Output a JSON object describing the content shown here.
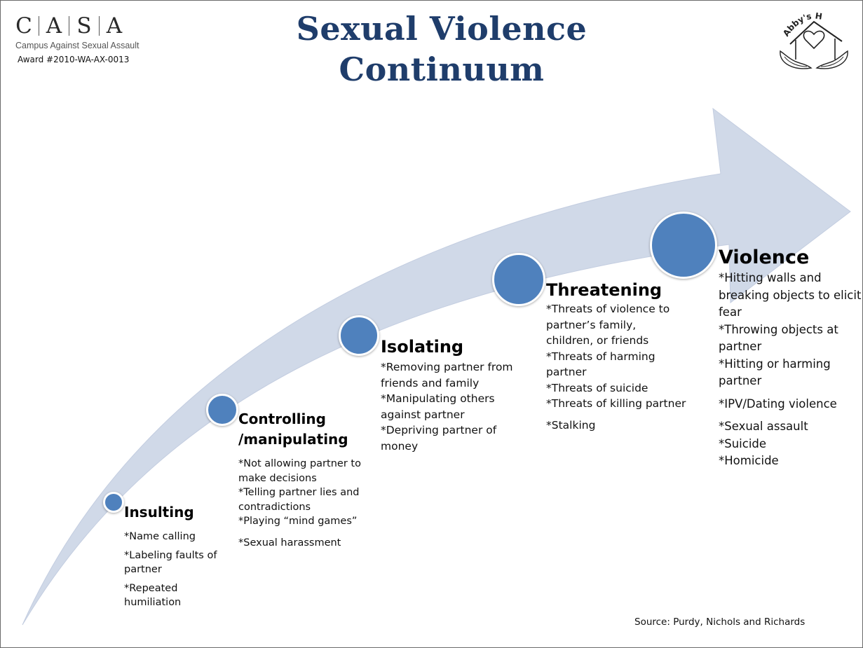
{
  "header": {
    "logo_letters": [
      "C",
      "A",
      "S",
      "A"
    ],
    "logo_subtitle": "Campus Against Sexual Assault",
    "award": "Award #2010-WA-AX-0013",
    "title_line1": "Sexual Violence",
    "title_line2": "Continuum",
    "partner_logo_text": "Abby's House"
  },
  "colors": {
    "arrow_fill": "#d0d9e8",
    "dot_fill": "#4f81bd",
    "title": "#1f3d6b"
  },
  "stages": [
    {
      "heading": "Insulting",
      "items": [
        "*Name calling",
        "*Labeling faults of partner",
        "*Repeated humiliation"
      ]
    },
    {
      "heading": "Controlling /manipulating",
      "items": [
        "*Not allowing partner to make decisions",
        "*Telling partner lies and contradictions",
        "*Playing “mind games”",
        "*Sexual harassment"
      ]
    },
    {
      "heading": "Isolating",
      "items": [
        "*Removing partner from friends and family",
        "*Manipulating others against partner",
        "*Depriving partner of money"
      ]
    },
    {
      "heading": "Threatening",
      "items": [
        "*Threats of violence to partner’s family, children, or friends",
        "*Threats of harming partner",
        "*Threats of suicide",
        "*Threats of killing partner",
        "*Stalking"
      ]
    },
    {
      "heading": "Violence",
      "items": [
        "*Hitting walls and breaking objects to elicit fear",
        "*Throwing objects at partner",
        "*Hitting or harming partner",
        "*IPV/Dating violence",
        "*Sexual assault",
        "*Suicide",
        "*Homicide"
      ]
    }
  ],
  "footer": {
    "source": "Source: Purdy, Nichols and Richards"
  }
}
